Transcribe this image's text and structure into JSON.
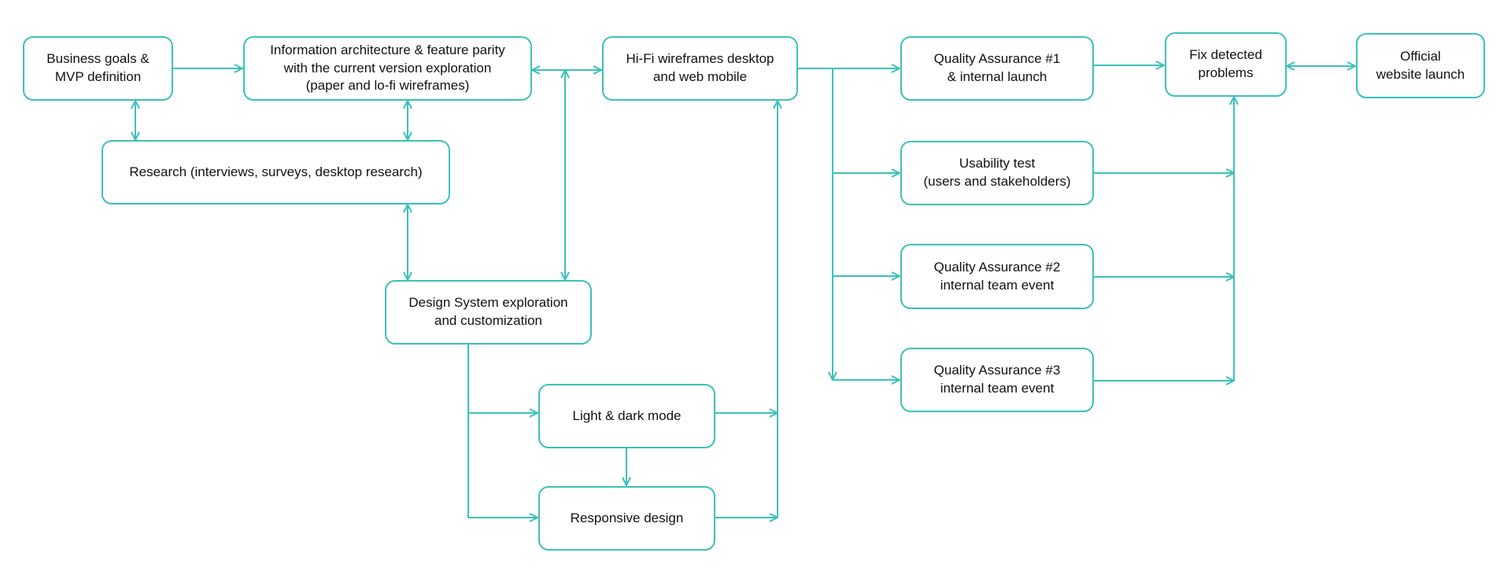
{
  "colors": {
    "accent": "#3cc1b9",
    "text": "#111111",
    "background": "#ffffff"
  },
  "nodes": {
    "business_goals": "Business goals &\nMVP definition",
    "info_architecture": "Information architecture & feature parity\nwith the current version exploration\n(paper and lo-fi wireframes)",
    "hifi_wireframes": "Hi-Fi wireframes desktop\nand web mobile",
    "qa1": "Quality Assurance #1\n& internal launch",
    "fix_problems": "Fix detected\nproblems",
    "official_launch": "Official\nwebsite launch",
    "research": "Research (interviews, surveys, desktop research)",
    "usability_test": "Usability test\n(users and stakeholders)",
    "qa2": "Quality Assurance #2\ninternal team event",
    "design_system": "Design System exploration\nand customization",
    "qa3": "Quality Assurance #3\ninternal team event",
    "light_dark": "Light & dark mode",
    "responsive": "Responsive design"
  }
}
